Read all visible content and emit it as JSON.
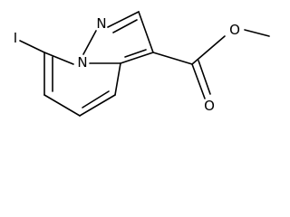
{
  "molecule": {
    "atoms": {
      "iodine": "I",
      "n_pyrazole": "N",
      "n_bridge": "N",
      "o_carbonyl": "O",
      "o_ester": "O"
    }
  }
}
